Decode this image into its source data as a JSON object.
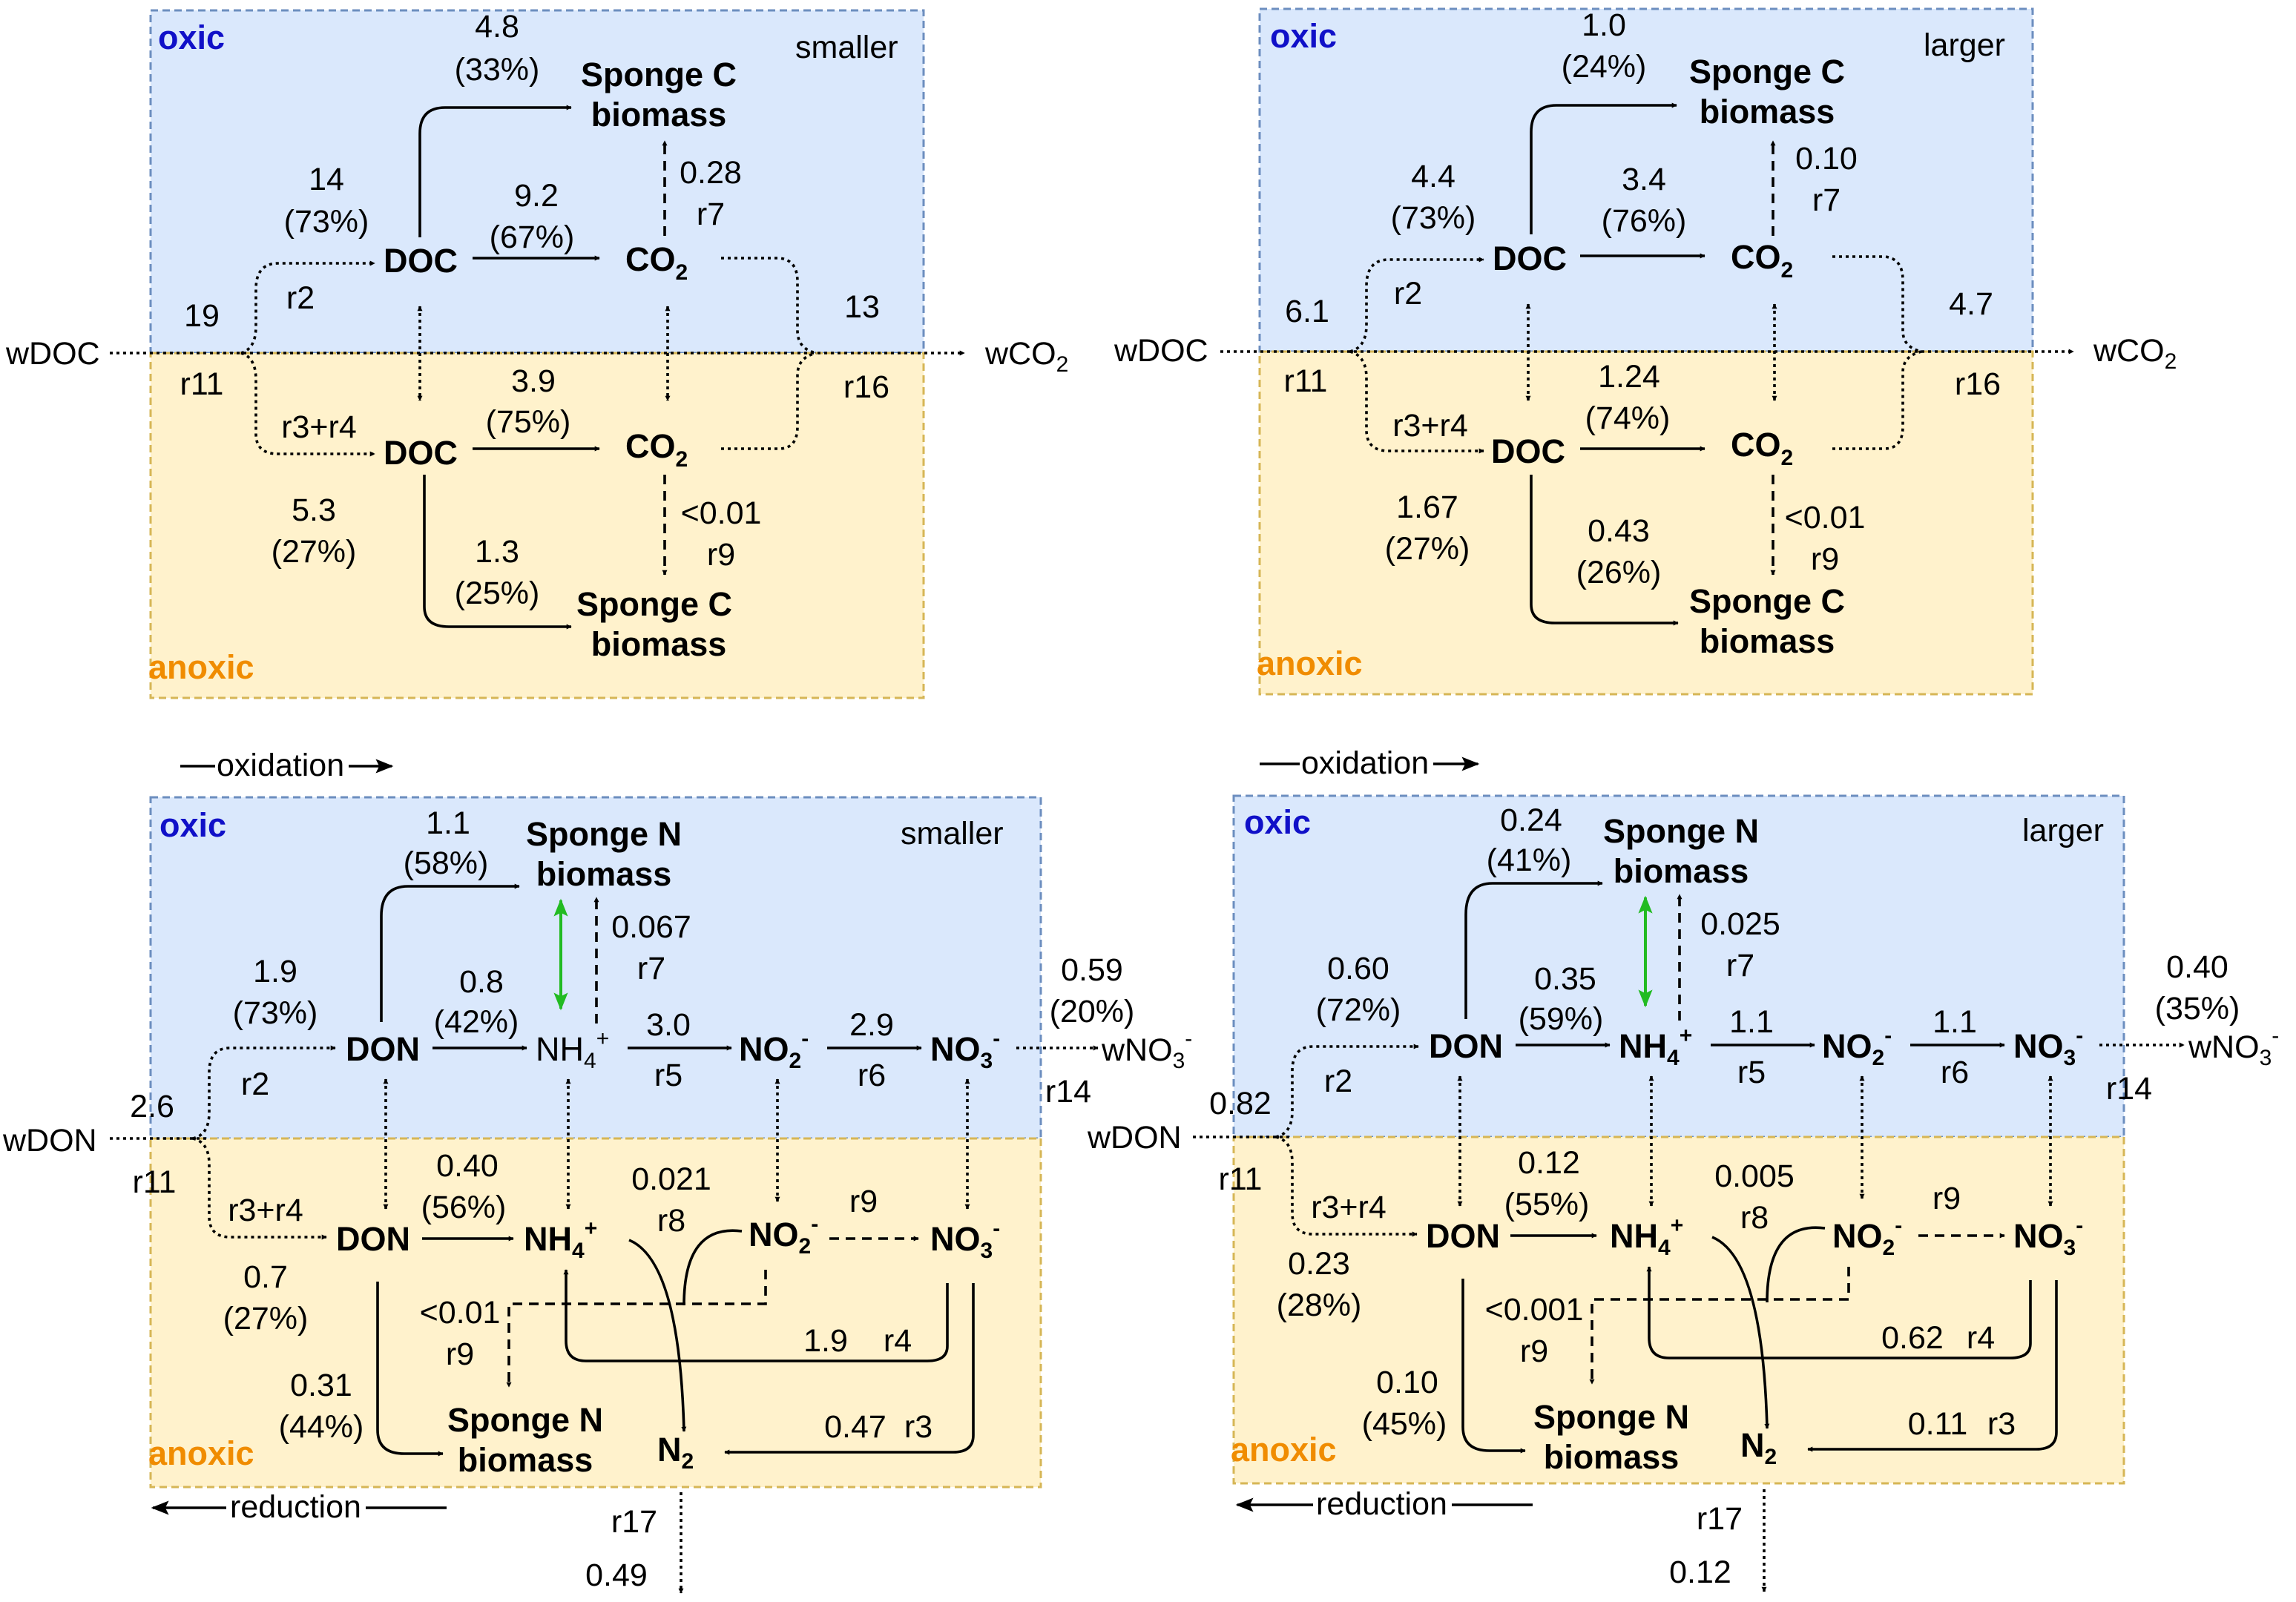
{
  "panels": {
    "doc_small": {
      "zones": {
        "oxic": "oxic",
        "anoxic": "anoxic"
      },
      "size": "smaller",
      "nodes": {
        "doc": "DOC",
        "doc_an": "DOC",
        "co2_base": "CO",
        "co2_sub": "2",
        "sponge_line1": "Sponge C",
        "sponge_line2": "biomass"
      },
      "external": {
        "in": "wDOC",
        "out_base": "wCO",
        "out_sub": "2"
      },
      "labels": {
        "l_4_8": "4.8",
        "l_33": "(33%)",
        "l_14": "14",
        "l_73": "(73%)",
        "l_9_2": "9.2",
        "l_67": "(67%)",
        "l_0_28": "0.28",
        "r7": "r7",
        "r2": "r2",
        "l_19": "19",
        "r11": "r11",
        "l_13": "13",
        "r16": "r16",
        "r3r4": "r3+r4",
        "l_3_9": "3.9",
        "l_75": "(75%)",
        "l_lt001": "<0.01",
        "r9": "r9",
        "l_5_3": "5.3",
        "l_27": "(27%)",
        "l_1_3": "1.3",
        "l_25": "(25%)"
      }
    },
    "doc_large": {
      "zones": {
        "oxic": "oxic",
        "anoxic": "anoxic"
      },
      "size": "larger",
      "nodes": {
        "doc": "DOC",
        "doc_an": "DOC",
        "co2_base": "CO",
        "co2_sub": "2",
        "sponge_line1": "Sponge C",
        "sponge_line2": "biomass"
      },
      "external": {
        "in": "wDOC",
        "out_base": "wCO",
        "out_sub": "2"
      },
      "labels": {
        "l_1_0": "1.0",
        "l_24": "(24%)",
        "l_4_4": "4.4",
        "l_73": "(73%)",
        "l_3_4": "3.4",
        "l_76": "(76%)",
        "l_0_10": "0.10",
        "r7": "r7",
        "r2": "r2",
        "l_6_1": "6.1",
        "r11": "r11",
        "l_4_7": "4.7",
        "r16": "r16",
        "r3r4": "r3+r4",
        "l_1_24": "1.24",
        "l_74": "(74%)",
        "l_lt001": "<0.01",
        "r9": "r9",
        "l_1_67": "1.67",
        "l_27": "(27%)",
        "l_0_43": "0.43",
        "l_26": "(26%)"
      }
    },
    "don_small": {
      "zones": {
        "oxic": "oxic",
        "anoxic": "anoxic"
      },
      "size": "smaller",
      "nodes": {
        "don": "DON",
        "don_an": "DON",
        "nh4_base": "NH",
        "nh4_sub": "4",
        "nh4_sup": "+",
        "no2_base": "NO",
        "no2_sub": "2",
        "no2_sup": "-",
        "no3_base": "NO",
        "no3_sub": "3",
        "no3_sup": "-",
        "n2_base": "N",
        "n2_sub": "2",
        "sponge_line1": "Sponge N",
        "sponge_line2": "biomass"
      },
      "external": {
        "in": "wDON",
        "out_base": "wNO",
        "out_sub": "3",
        "out_sup": "-"
      },
      "labels": {
        "l_1_1": "1.1",
        "l_58": "(58%)",
        "l_1_9": "1.9",
        "l_73": "(73%)",
        "l_0_8": "0.8",
        "l_42": "(42%)",
        "l_0_067": "0.067",
        "r7": "r7",
        "l_3_0": "3.0",
        "r5": "r5",
        "l_2_9": "2.9",
        "r6": "r6",
        "l_0_59": "0.59",
        "l_20": "(20%)",
        "r14": "r14",
        "r2": "r2",
        "l_2_6": "2.6",
        "r11": "r11",
        "r3r4": "r3+r4",
        "l_0_40": "0.40",
        "l_56": "(56%)",
        "l_0_021": "0.021",
        "r8": "r8",
        "r9": "r9",
        "l_0_7": "0.7",
        "l_27": "(27%)",
        "l_lt001": "<0.01",
        "r9b": "r9",
        "l_1_9b": "1.9",
        "r4": "r4",
        "l_0_31": "0.31",
        "l_44": "(44%)",
        "l_0_47": "0.47",
        "r3": "r3",
        "r17": "r17",
        "l_0_49": "0.49"
      }
    },
    "don_large": {
      "zones": {
        "oxic": "oxic",
        "anoxic": "anoxic"
      },
      "size": "larger",
      "nodes": {
        "don": "DON",
        "don_an": "DON",
        "nh4_base": "NH",
        "nh4_sub": "4",
        "nh4_sup": "+",
        "no2_base": "NO",
        "no2_sub": "2",
        "no2_sup": "-",
        "no3_base": "NO",
        "no3_sub": "3",
        "no3_sup": "-",
        "n2_base": "N",
        "n2_sub": "2",
        "sponge_line1": "Sponge N",
        "sponge_line2": "biomass"
      },
      "external": {
        "in": "wDON",
        "out_base": "wNO",
        "out_sub": "3",
        "out_sup": "-"
      },
      "labels": {
        "l_0_24": "0.24",
        "l_41": "(41%)",
        "l_0_60": "0.60",
        "l_72": "(72%)",
        "l_0_35": "0.35",
        "l_59": "(59%)",
        "l_0_025": "0.025",
        "r7": "r7",
        "l_1_1": "1.1",
        "r5": "r5",
        "l_1_1b": "1.1",
        "r6": "r6",
        "l_0_40": "0.40",
        "l_35": "(35%)",
        "r14": "r14",
        "r2": "r2",
        "l_0_82": "0.82",
        "r11": "r11",
        "r3r4": "r3+r4",
        "l_0_12": "0.12",
        "l_55": "(55%)",
        "l_0_005": "0.005",
        "r8": "r8",
        "r9": "r9",
        "l_0_23": "0.23",
        "l_28": "(28%)",
        "l_lt0001": "<0.001",
        "r9b": "r9",
        "l_0_62": "0.62",
        "r4": "r4",
        "l_0_10": "0.10",
        "l_45": "(45%)",
        "l_0_11": "0.11",
        "r3": "r3",
        "r17": "r17",
        "l_0_12b": "0.12"
      }
    }
  },
  "axis_labels": {
    "oxidation": "oxidation",
    "reduction": "reduction"
  },
  "colors": {
    "oxic_fill": "#dae8fc",
    "anoxic_fill": "#fff2cc",
    "oxic_text": "#1010c8",
    "anoxic_text": "#f08c00",
    "box_border": "#6c8ebf",
    "box_border_anoxic": "#d6b656",
    "sponge_ammonium_arrow": "#22bb22"
  }
}
